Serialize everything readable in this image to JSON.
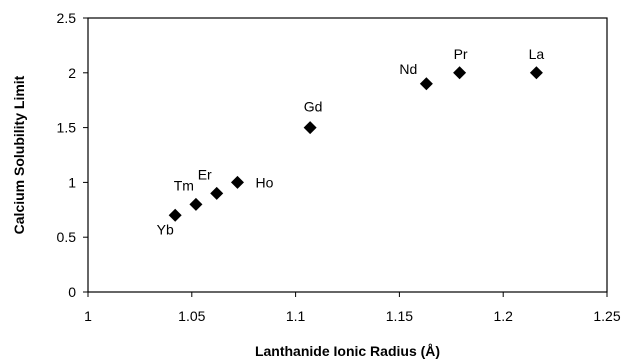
{
  "chart_data": {
    "type": "scatter",
    "title": "",
    "xlabel": "Lanthanide Ionic Radius (Å)",
    "ylabel": "Calcium Solubility Limit",
    "xlim": [
      1,
      1.25
    ],
    "ylim": [
      0,
      2.5
    ],
    "x_ticks": [
      "1",
      "1.05",
      "1.1",
      "1.15",
      "1.2",
      "1.25"
    ],
    "y_ticks": [
      "0",
      "0.5",
      "1",
      "1.5",
      "2",
      "2.5"
    ],
    "grid": false,
    "legend": "none",
    "marker": "diamond",
    "marker_color": "#000000",
    "points": [
      {
        "label": "Yb",
        "x": 1.042,
        "y": 0.7
      },
      {
        "label": "Tm",
        "x": 1.052,
        "y": 0.8
      },
      {
        "label": "Er",
        "x": 1.062,
        "y": 0.9
      },
      {
        "label": "Ho",
        "x": 1.072,
        "y": 1.0
      },
      {
        "label": "Gd",
        "x": 1.107,
        "y": 1.5
      },
      {
        "label": "Nd",
        "x": 1.163,
        "y": 1.9
      },
      {
        "label": "Pr",
        "x": 1.179,
        "y": 2.0
      },
      {
        "label": "La",
        "x": 1.216,
        "y": 2.0
      }
    ]
  }
}
